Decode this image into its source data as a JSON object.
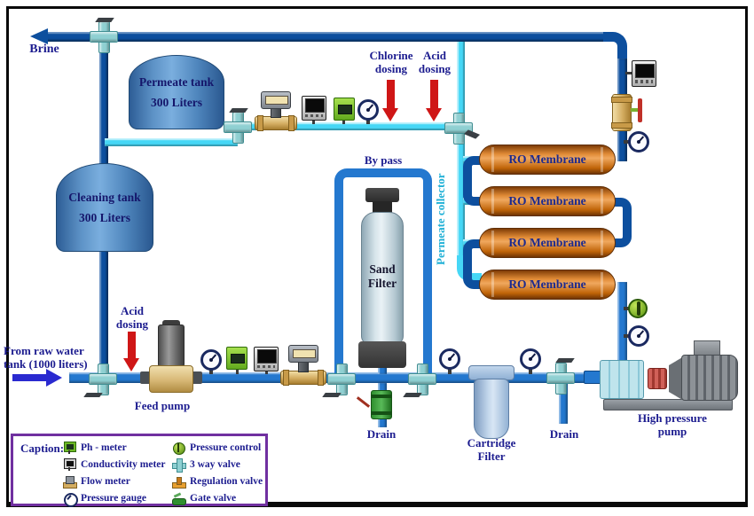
{
  "diagram_title": "Reverse osmosis water treatment unit flow diagram",
  "colors": {
    "pipe_brine_dark": "#0d4f9e",
    "pipe_feed_blue": "#2478cf",
    "pipe_permeate_cyan": "#46d7f6",
    "membrane_orange": "#c96f1c",
    "label_navy": "#1c1c8f",
    "collector_label_cyan": "#1fb0d6",
    "dosing_arrow_red": "#cf1616",
    "caption_border_purple": "#7030a0"
  },
  "labels": {
    "brine": "Brine",
    "permeate_tank_name": "Permeate tank",
    "permeate_tank_capacity": "300 Liters",
    "cleaning_tank_name": "Cleaning tank",
    "cleaning_tank_capacity": "300 Liters",
    "chlorine_dosing": "Chlorine dosing",
    "acid_dosing_top": "Acid dosing",
    "acid_dosing_feed": "Acid dosing",
    "bypass": "By pass",
    "sand_filter": "Sand Filter",
    "permeate_collector": "Permeate collector",
    "ro_membrane": "RO Membrane",
    "from_raw_water": "From raw water tank (1000 liters)",
    "feed_pump": "Feed pump",
    "drain_sand_filter": "Drain",
    "drain_pump_suction": "Drain",
    "cartridge_filter": "Cartridge Filter",
    "high_pressure_pump": "High pressure pump"
  },
  "caption": {
    "title": "Caption:",
    "left_items": [
      {
        "icon": "ph-meter-icon",
        "label": "Ph - meter"
      },
      {
        "icon": "conductivity-meter-icon",
        "label": "Conductivity meter"
      },
      {
        "icon": "flow-meter-icon",
        "label": "Flow meter"
      },
      {
        "icon": "pressure-gauge-icon",
        "label": "Pressure gauge"
      }
    ],
    "right_items": [
      {
        "icon": "pressure-control-icon",
        "label": "Pressure control"
      },
      {
        "icon": "3-way-valve-icon",
        "label": "3 way valve"
      },
      {
        "icon": "regulation-valve-icon",
        "label": "Regulation valve"
      },
      {
        "icon": "gate-valve-icon",
        "label": "Gate valve"
      }
    ]
  }
}
